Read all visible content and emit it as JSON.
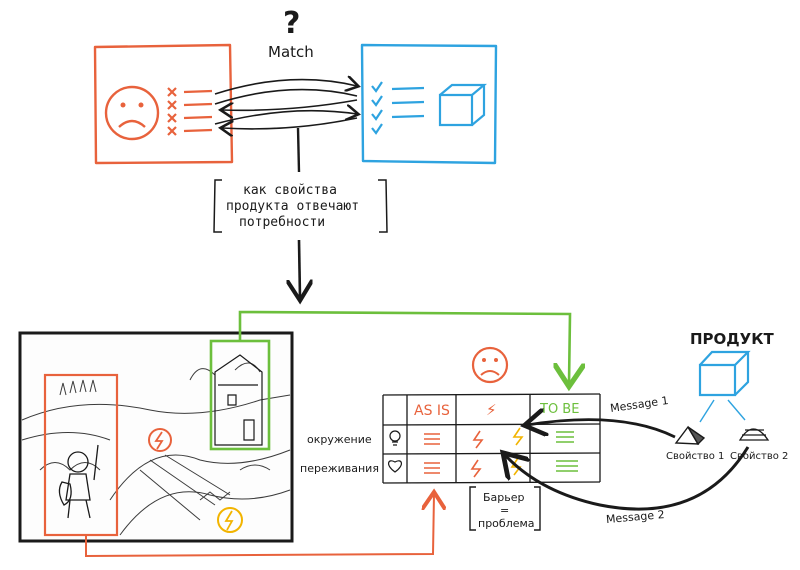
{
  "colors": {
    "red": "#e8623c",
    "blue": "#2ea3e0",
    "green": "#6cbf3c",
    "yellow": "#f2b400",
    "ink": "#1a1a1a"
  },
  "top": {
    "question_mark": "?",
    "match_label": "Match",
    "bracket_lines": [
      "как свойства",
      "продукта отвечают",
      "потребности"
    ]
  },
  "table": {
    "headers": [
      "AS IS",
      "⚡",
      "TO BE"
    ],
    "rows": [
      {
        "label": "окружение",
        "icon": "lightbulb-icon"
      },
      {
        "label": "переживания",
        "icon": "heart-icon"
      }
    ]
  },
  "barrier_lines": [
    "Барьер",
    "=",
    "проблема"
  ],
  "product": {
    "title": "ПРОДУКТ",
    "property1": "Свойство 1",
    "property2": "Свойство 2",
    "message1": "Message 1",
    "message2": "Message 2"
  }
}
